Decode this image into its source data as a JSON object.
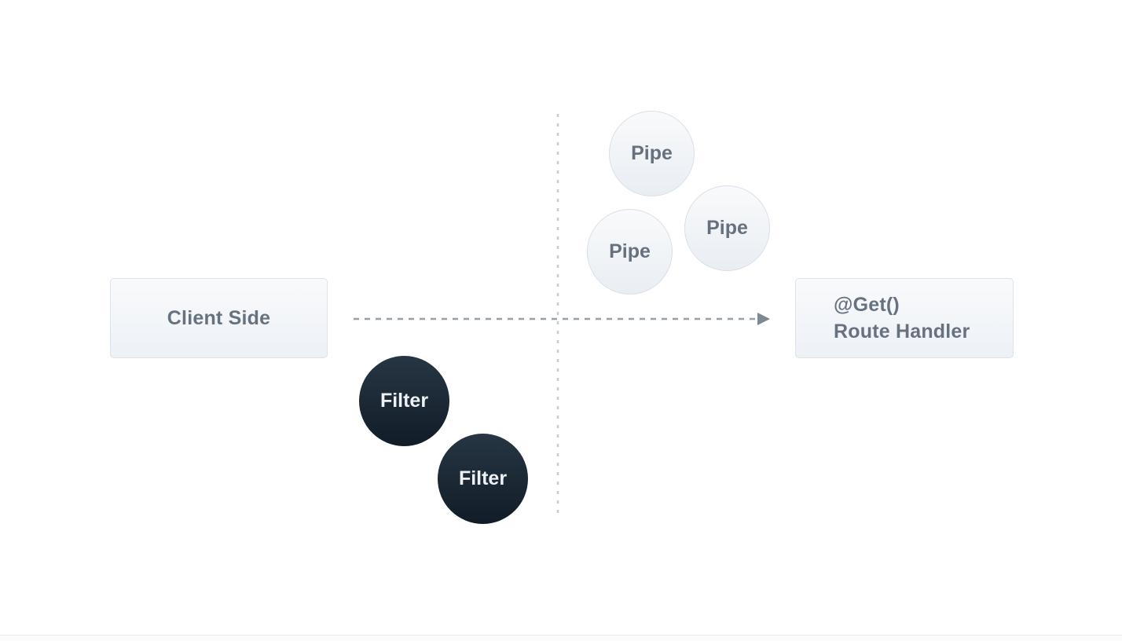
{
  "diagram": {
    "client_box": {
      "label": "Client Side"
    },
    "route_box": {
      "line1": "@Get()",
      "line2": "Route Handler"
    },
    "pipes": [
      {
        "label": "Pipe"
      },
      {
        "label": "Pipe"
      },
      {
        "label": "Pipe"
      }
    ],
    "filters": [
      {
        "label": "Filter"
      },
      {
        "label": "Filter"
      }
    ],
    "colors": {
      "background": "#ffffff",
      "box_border": "#dde3ea",
      "box_bg_top": "#f9fafc",
      "box_bg_bottom": "#edf1f6",
      "box_text": "#66727f",
      "pipe_border": "#d9dfe7",
      "pipe_bg_top": "#f9fafb",
      "pipe_bg_bottom": "#e9eef3",
      "pipe_text": "#66717d",
      "filter_bg_top": "#273644",
      "filter_bg_bottom": "#111c27",
      "filter_text": "#eef1f4",
      "arrow_dash_color": "#95a0aa",
      "vertical_dash_color": "#c6ccd3",
      "divider_color": "#e8eaec"
    }
  }
}
